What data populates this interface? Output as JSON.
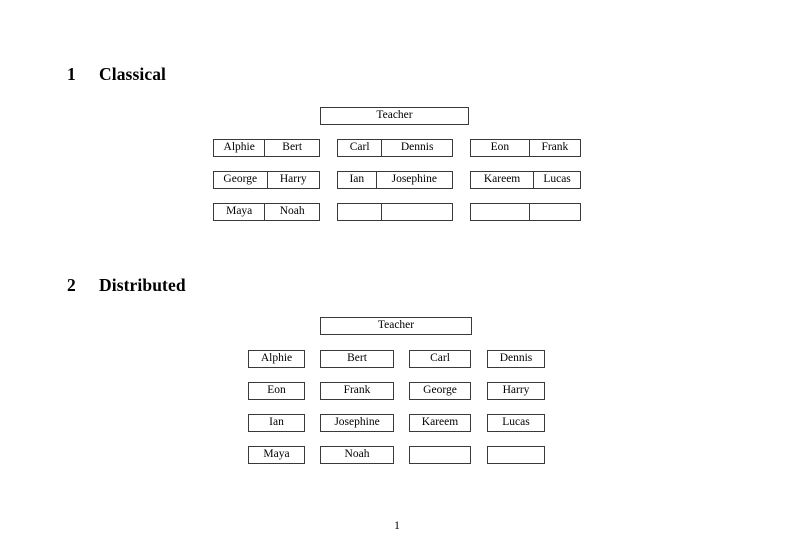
{
  "document": {
    "page_number": "1",
    "sections": [
      {
        "number": "1",
        "title": "Classical",
        "teacher_label": "Teacher",
        "layout": "paired-cells",
        "groups": [
          {
            "row": 0,
            "col": 0,
            "cells": [
              "Alphie",
              "Bert"
            ]
          },
          {
            "row": 0,
            "col": 1,
            "cells": [
              "Carl",
              "Dennis"
            ]
          },
          {
            "row": 0,
            "col": 2,
            "cells": [
              "Eon",
              "Frank"
            ]
          },
          {
            "row": 1,
            "col": 0,
            "cells": [
              "George",
              "Harry"
            ]
          },
          {
            "row": 1,
            "col": 1,
            "cells": [
              "Ian",
              "Josephine"
            ]
          },
          {
            "row": 1,
            "col": 2,
            "cells": [
              "Kareem",
              "Lucas"
            ]
          },
          {
            "row": 2,
            "col": 0,
            "cells": [
              "Maya",
              "Noah"
            ]
          },
          {
            "row": 2,
            "col": 1,
            "cells": [
              "",
              ""
            ]
          },
          {
            "row": 2,
            "col": 2,
            "cells": [
              "",
              ""
            ]
          }
        ]
      },
      {
        "number": "2",
        "title": "Distributed",
        "teacher_label": "Teacher",
        "layout": "separate-boxes",
        "boxes": [
          {
            "row": 0,
            "col": 0,
            "label": "Alphie"
          },
          {
            "row": 0,
            "col": 1,
            "label": "Bert"
          },
          {
            "row": 0,
            "col": 2,
            "label": "Carl"
          },
          {
            "row": 0,
            "col": 3,
            "label": "Dennis"
          },
          {
            "row": 1,
            "col": 0,
            "label": "Eon"
          },
          {
            "row": 1,
            "col": 1,
            "label": "Frank"
          },
          {
            "row": 1,
            "col": 2,
            "label": "George"
          },
          {
            "row": 1,
            "col": 3,
            "label": "Harry"
          },
          {
            "row": 2,
            "col": 0,
            "label": "Ian"
          },
          {
            "row": 2,
            "col": 1,
            "label": "Josephine"
          },
          {
            "row": 2,
            "col": 2,
            "label": "Kareem"
          },
          {
            "row": 2,
            "col": 3,
            "label": "Lucas"
          },
          {
            "row": 3,
            "col": 0,
            "label": "Maya"
          },
          {
            "row": 3,
            "col": 1,
            "label": "Noah"
          },
          {
            "row": 3,
            "col": 2,
            "label": ""
          },
          {
            "row": 3,
            "col": 3,
            "label": ""
          }
        ]
      }
    ],
    "colors": {
      "page_background": "#ffffff",
      "text": "#000000",
      "box_border": "#3a3a3a"
    }
  }
}
